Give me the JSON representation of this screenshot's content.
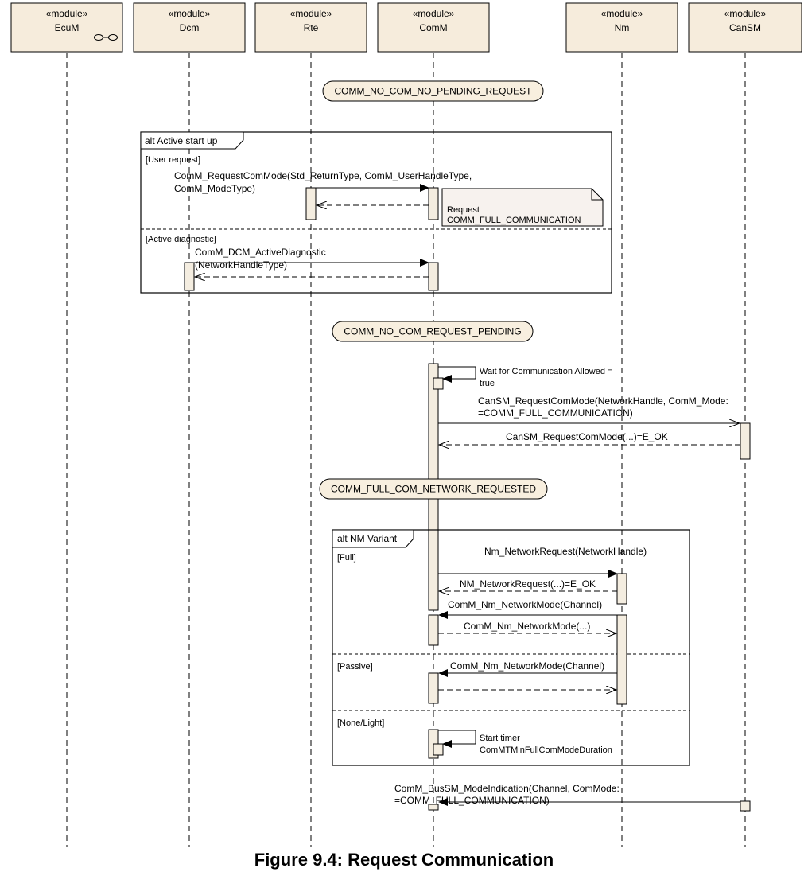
{
  "modules": [
    {
      "stereotype": "«module»",
      "name": "EcuM"
    },
    {
      "stereotype": "«module»",
      "name": "Dcm"
    },
    {
      "stereotype": "«module»",
      "name": "Rte"
    },
    {
      "stereotype": "«module»",
      "name": "ComM"
    },
    {
      "stereotype": "«module»",
      "name": "Nm"
    },
    {
      "stereotype": "«module»",
      "name": "CanSM"
    }
  ],
  "states": {
    "no_pending": "COMM_NO_COM_NO_PENDING_REQUEST",
    "request_pending": "COMM_NO_COM_REQUEST_PENDING",
    "network_requested": "COMM_FULL_COM_NETWORK_REQUESTED"
  },
  "alt_startup": {
    "title": "alt Active start up",
    "guard_user": "[User request]",
    "guard_diag": "[Active diagnostic]",
    "request_line1": "ComM_RequestComMode(Std_ReturnType, ComM_UserHandleType,",
    "request_line2": "ComM_ModeType)",
    "note_line1": "Request",
    "note_line2": "COMM_FULL_COMMUNICATION",
    "diag_line1": "ComM_DCM_ActiveDiagnostic",
    "diag_line2": "(NetworkHandleType)"
  },
  "comm_flow": {
    "wait_line1": "Wait for Communication Allowed =",
    "wait_line2": "true",
    "cansm_line1": "CanSM_RequestComMode(NetworkHandle, ComM_Mode:",
    "cansm_line2": "=COMM_FULL_COMMUNICATION)",
    "cansm_return": "CanSM_RequestComMode(...)=E_OK"
  },
  "alt_nm": {
    "title": "alt NM Variant",
    "guard_full": "[Full]",
    "guard_passive": "[Passive]",
    "guard_none": "[None/Light]",
    "nm_request": "Nm_NetworkRequest(NetworkHandle)",
    "nm_return": "NM_NetworkRequest(...)=E_OK",
    "nm_mode_full": "ComM_Nm_NetworkMode(Channel)",
    "nm_mode_return": "ComM_Nm_NetworkMode(...)",
    "nm_mode_passive": "ComM_Nm_NetworkMode(Channel)",
    "timer_line1": "Start timer",
    "timer_line2": "ComMTMinFullComModeDuration"
  },
  "indication": {
    "line1": "ComM_BusSM_ModeIndication(Channel, ComMode:",
    "line2": "=COMM_FULL_COMMUNICATION)"
  },
  "caption": "Figure 9.4: Request Communication"
}
